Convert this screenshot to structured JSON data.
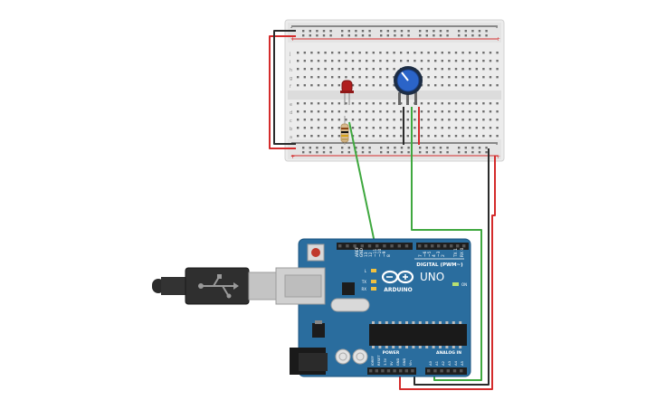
{
  "board": {
    "brand": "ARDUINO",
    "model": "UNO",
    "digital_header_label": "DIGITAL (PWM~)",
    "power_label": "POWER",
    "analog_label": "ANALOG IN",
    "tx_label": "TX",
    "rx_label": "RX",
    "l_label": "L",
    "on_label": "ON",
    "digital_pins": [
      "AREF",
      "GND",
      "13",
      "12",
      "~11",
      "~10",
      "~9",
      "8",
      "7",
      "~6",
      "~5",
      "4",
      "~3",
      "2",
      "TX 1",
      "RX 0"
    ],
    "power_pins": [
      "IOREF",
      "RESET",
      "3.3V",
      "5V",
      "GND",
      "GND",
      "Vin"
    ],
    "analog_pins": [
      "A0",
      "A1",
      "A2",
      "A3",
      "A4",
      "A5"
    ]
  },
  "breadboard": {
    "row_letters_top": [
      "j",
      "i",
      "h",
      "g",
      "f"
    ],
    "row_letters_bottom": [
      "e",
      "d",
      "c",
      "b",
      "a"
    ],
    "rail_plus": "+",
    "rail_minus": "-"
  },
  "colors": {
    "board_blue": "#2a6d9e",
    "board_edge": "#1d5580",
    "wire_red": "#d42b2b",
    "wire_black": "#2b2b2b",
    "wire_green": "#3fa83f",
    "breadboard": "#ececec",
    "led_red": "#b01f1f",
    "pot_blue": "#2b64c8"
  }
}
